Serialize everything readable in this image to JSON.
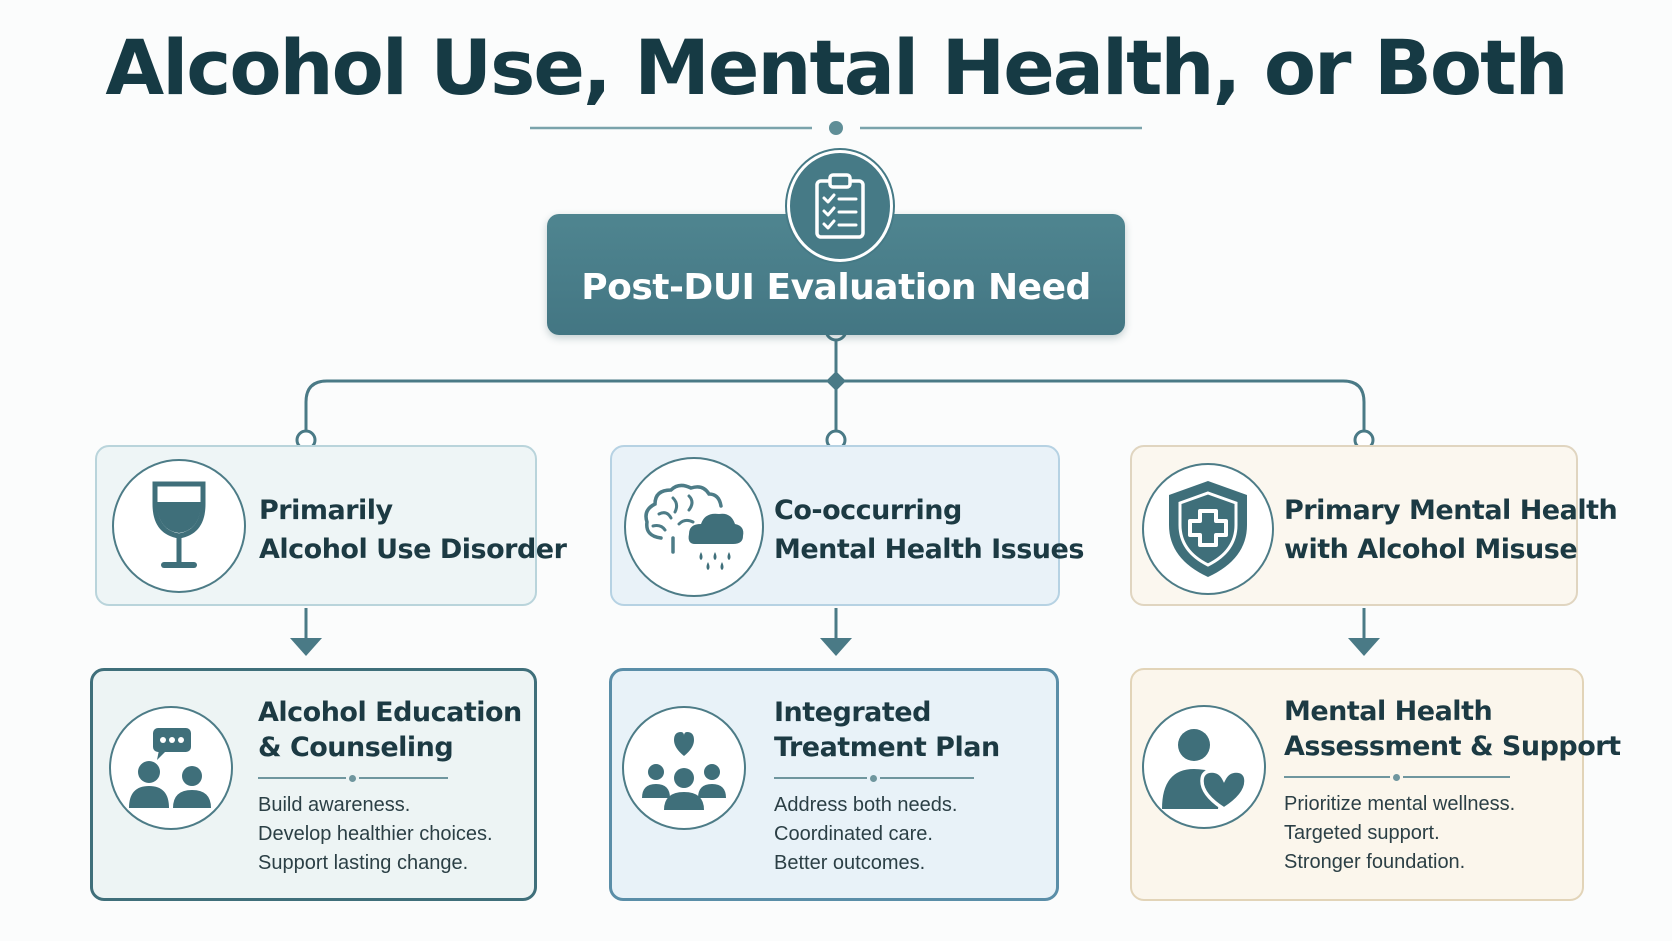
{
  "title": "Alcohol Use, Mental Health, or Both",
  "colors": {
    "primary_teal": "#467a86",
    "dark_text": "#1c3a43",
    "box_alcohol": "#eef5f6",
    "box_cooccurring": "#e9f2f8",
    "box_mental": "#fbf7ef"
  },
  "root": {
    "label": "Post-DUI Evaluation Need",
    "icon": "clipboard-checklist-icon"
  },
  "categories": [
    {
      "line1": "Primarily",
      "line2": "Alcohol Use Disorder",
      "icon": "wine-glass-icon"
    },
    {
      "line1": "Co-occurring",
      "line2": "Mental Health Issues",
      "icon": "brain-cloud-icon"
    },
    {
      "line1": "Primary Mental Health",
      "line2": "with Alcohol Misuse",
      "icon": "shield-cross-icon"
    }
  ],
  "outcomes": [
    {
      "title1": "Alcohol Education",
      "title2": "& Counseling",
      "icon": "counseling-people-icon",
      "lines": [
        "Build awareness.",
        "Develop healthier choices.",
        "Support lasting change."
      ]
    },
    {
      "title1": "Integrated",
      "title2": "Treatment Plan",
      "icon": "group-heart-icon",
      "lines": [
        "Address both needs.",
        "Coordinated care.",
        "Better outcomes."
      ]
    },
    {
      "title1": "Mental Health",
      "title2": "Assessment & Support",
      "icon": "person-heart-icon",
      "lines": [
        "Prioritize mental wellness.",
        "Targeted support.",
        "Stronger foundation."
      ]
    }
  ]
}
